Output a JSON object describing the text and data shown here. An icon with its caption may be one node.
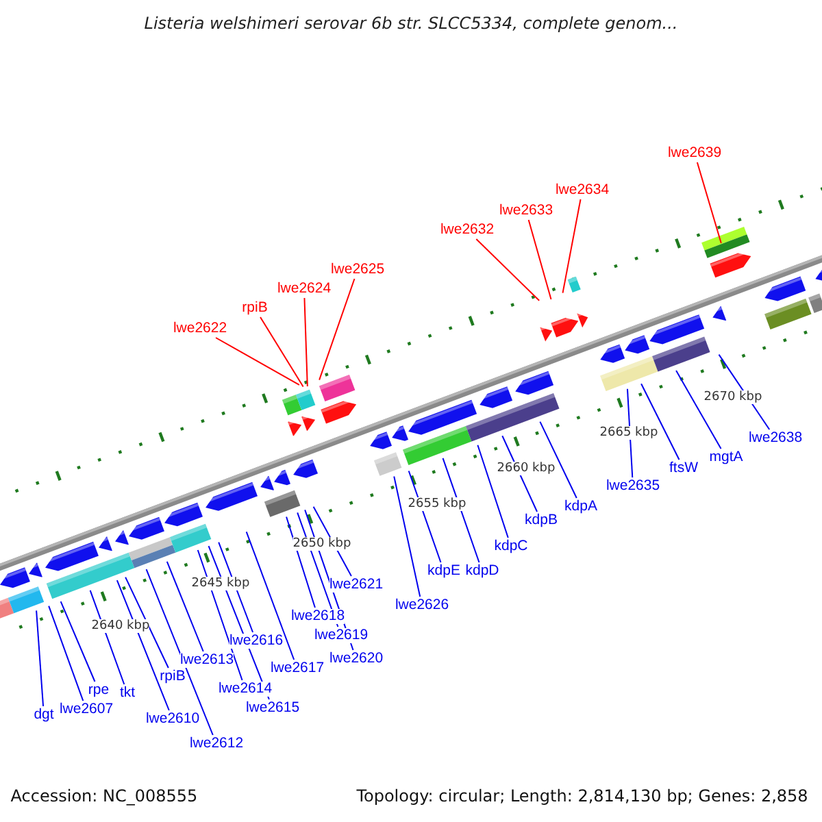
{
  "diagram": {
    "title": "Listeria welshimeri serovar 6b str. SLCC5334, complete genom...",
    "nodes": [
      {
        "text": [
          "lwe2622"
        ]
      },
      {
        "text": [
          "rpiB"
        ]
      },
      {
        "text": [
          "lwe2624"
        ]
      },
      {
        "text": [
          "lwe2625"
        ]
      },
      {
        "text": [
          "lwe2632"
        ]
      },
      {
        "text": [
          "lwe2633"
        ]
      },
      {
        "text": [
          "lwe2634"
        ]
      },
      {
        "text": [
          "lwe2639"
        ]
      },
      {
        "text": [
          "dgt"
        ]
      },
      {
        "text": [
          "lwe2607"
        ]
      },
      {
        "text": [
          "rpe"
        ]
      },
      {
        "text": [
          "tkt"
        ]
      },
      {
        "text": [
          "lwe2610"
        ]
      },
      {
        "text": [
          "rpiB"
        ]
      },
      {
        "text": [
          "lwe2612"
        ]
      },
      {
        "text": [
          "lwe2613"
        ]
      },
      {
        "text": [
          "lwe2614"
        ]
      },
      {
        "text": [
          "lwe2615"
        ]
      },
      {
        "text": [
          "lwe2616"
        ]
      },
      {
        "text": [
          "lwe2617"
        ]
      },
      {
        "text": [
          "lwe2618"
        ]
      },
      {
        "text": [
          "lwe2619"
        ]
      },
      {
        "text": [
          "lwe2620"
        ]
      },
      {
        "text": [
          "lwe2621"
        ]
      },
      {
        "text": [
          "lwe2626"
        ]
      },
      {
        "text": [
          "kdpE"
        ]
      },
      {
        "text": [
          "kdpD"
        ]
      },
      {
        "text": [
          "kdpC"
        ]
      },
      {
        "text": [
          "kdpB"
        ]
      },
      {
        "text": [
          "kdpA"
        ]
      },
      {
        "text": [
          "lwe2635"
        ]
      },
      {
        "text": [
          "ftsW"
        ]
      },
      {
        "text": [
          "mgtA"
        ]
      },
      {
        "text": [
          "lwe2638"
        ]
      }
    ],
    "edges": [
      {
        "from": 0,
        "to": null,
        "arrow": "none",
        "color": "#ff0000"
      },
      {
        "from": 1,
        "to": null,
        "arrow": "none",
        "color": "#ff0000"
      },
      {
        "from": 2,
        "to": null,
        "arrow": "none",
        "color": "#ff0000"
      },
      {
        "from": 3,
        "to": null,
        "arrow": "none",
        "color": "#ff0000"
      },
      {
        "from": 4,
        "to": null,
        "arrow": "none",
        "color": "#ff0000"
      },
      {
        "from": 5,
        "to": null,
        "arrow": "none",
        "color": "#ff0000"
      },
      {
        "from": 6,
        "to": null,
        "arrow": "none",
        "color": "#ff0000"
      },
      {
        "from": 7,
        "to": null,
        "arrow": "none",
        "color": "#ff0000"
      },
      {
        "from": 8,
        "to": null,
        "arrow": "none"
      },
      {
        "from": 9,
        "to": null,
        "arrow": "none"
      },
      {
        "from": 10,
        "to": null,
        "arrow": "none"
      },
      {
        "from": 11,
        "to": null,
        "arrow": "none"
      },
      {
        "from": 12,
        "to": null,
        "arrow": "none"
      },
      {
        "from": 13,
        "to": null,
        "arrow": "none"
      },
      {
        "from": 14,
        "to": null,
        "arrow": "none"
      },
      {
        "from": 15,
        "to": null,
        "arrow": "none"
      },
      {
        "from": 16,
        "to": null,
        "arrow": "none"
      },
      {
        "from": 17,
        "to": null,
        "arrow": "none"
      },
      {
        "from": 18,
        "to": null,
        "arrow": "none"
      },
      {
        "from": 19,
        "to": null,
        "arrow": "none"
      },
      {
        "from": 20,
        "to": null,
        "arrow": "none"
      },
      {
        "from": 21,
        "to": null,
        "arrow": "none"
      },
      {
        "from": 22,
        "to": null,
        "arrow": "none"
      },
      {
        "from": 23,
        "to": null,
        "arrow": "none"
      },
      {
        "from": 24,
        "to": null,
        "arrow": "none"
      },
      {
        "from": 25,
        "to": null,
        "arrow": "none"
      },
      {
        "from": 26,
        "to": null,
        "arrow": "none"
      },
      {
        "from": 27,
        "to": null,
        "arrow": "none"
      },
      {
        "from": 28,
        "to": null,
        "arrow": "none"
      },
      {
        "from": 29,
        "to": null,
        "arrow": "none"
      },
      {
        "from": 30,
        "to": null,
        "arrow": "none"
      },
      {
        "from": 31,
        "to": null,
        "arrow": "none"
      },
      {
        "from": 32,
        "to": null,
        "arrow": "none"
      },
      {
        "from": 33,
        "to": null,
        "arrow": "none"
      }
    ],
    "labels": [
      "2640 kbp",
      "2645 kbp",
      "2650 kbp",
      "2655 kbp",
      "2660 kbp",
      "2665 kbp",
      "2670 kbp",
      "Accession: NC_008555",
      "Topology: circular; Length: 2,814,130 bp; Genes: 2,858"
    ]
  }
}
